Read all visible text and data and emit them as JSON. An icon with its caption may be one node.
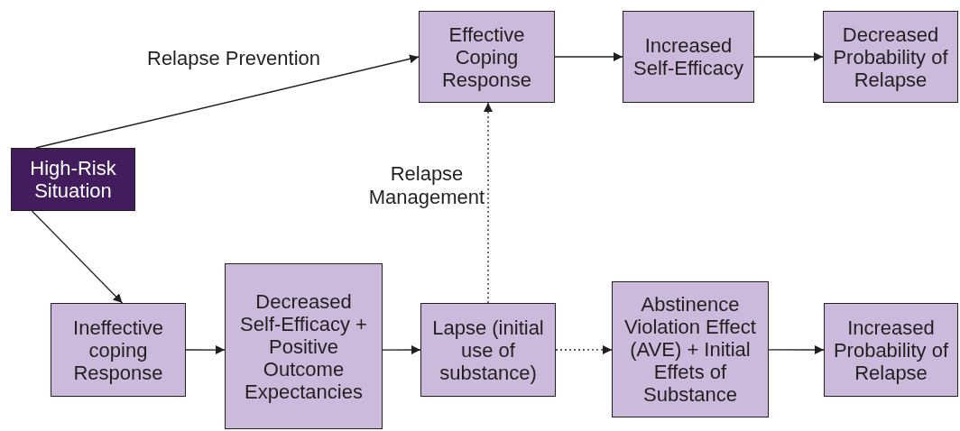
{
  "diagram": {
    "nodes": [
      {
        "text": [
          "High-Risk Situation"
        ]
      },
      {
        "text": [
          "Effective Coping Response"
        ]
      },
      {
        "text": [
          "Increased Self-Efficacy"
        ]
      },
      {
        "text": [
          "Decreased Probability of Relapse"
        ]
      },
      {
        "text": [
          "Ineffective coping Response"
        ]
      },
      {
        "text": [
          "Decreased Self-Efficacy + Positive Outcome Expectancies"
        ]
      },
      {
        "text": [
          "Lapse (initial use of substance)"
        ]
      },
      {
        "text": [
          "Abstinence Violation Effect (AVE) + Initial Effets of Substance"
        ]
      },
      {
        "text": [
          "Increased Probability of Relapse"
        ]
      }
    ],
    "edges": [
      {
        "from": 0,
        "to": 1,
        "arrow": "to",
        "label": "Relapse Prevention"
      },
      {
        "from": 1,
        "to": 2,
        "arrow": "to"
      },
      {
        "from": 2,
        "to": 3,
        "arrow": "to"
      },
      {
        "from": 0,
        "to": 4,
        "arrow": "to"
      },
      {
        "from": 4,
        "to": 5,
        "arrow": "to"
      },
      {
        "from": 5,
        "to": 6,
        "arrow": "to"
      },
      {
        "from": 6,
        "to": 1,
        "arrow": "to",
        "style": "dashed",
        "label": "Relapse Management"
      },
      {
        "from": 6,
        "to": 7,
        "arrow": "to",
        "style": "dashed"
      },
      {
        "from": 7,
        "to": 8,
        "arrow": "to"
      }
    ]
  }
}
